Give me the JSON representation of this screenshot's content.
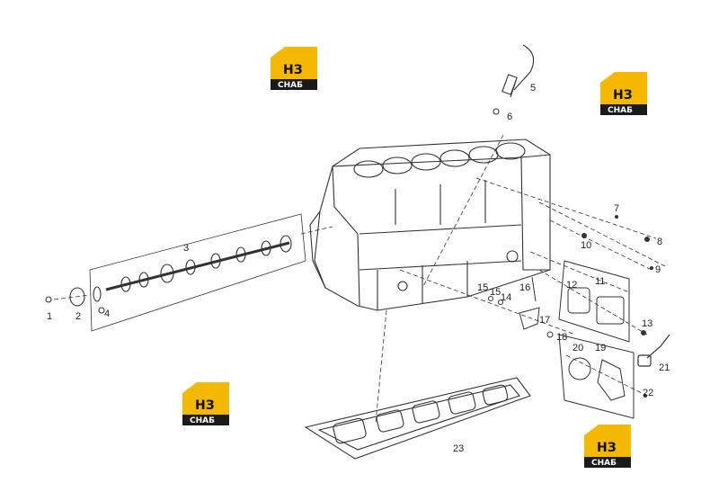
{
  "diagram": {
    "callouts": [
      "1",
      "2",
      "3",
      "4",
      "5",
      "6",
      "7",
      "8",
      "9",
      "10",
      "11",
      "12",
      "13",
      "14",
      "15",
      "15",
      "16",
      "17",
      "18",
      "19",
      "20",
      "21",
      "22",
      "23"
    ]
  },
  "logo": {
    "top_text": "НЗ",
    "bottom_text": "СНАБ",
    "accent_color": "#f5b800",
    "dark_color": "#1a1a1a"
  }
}
